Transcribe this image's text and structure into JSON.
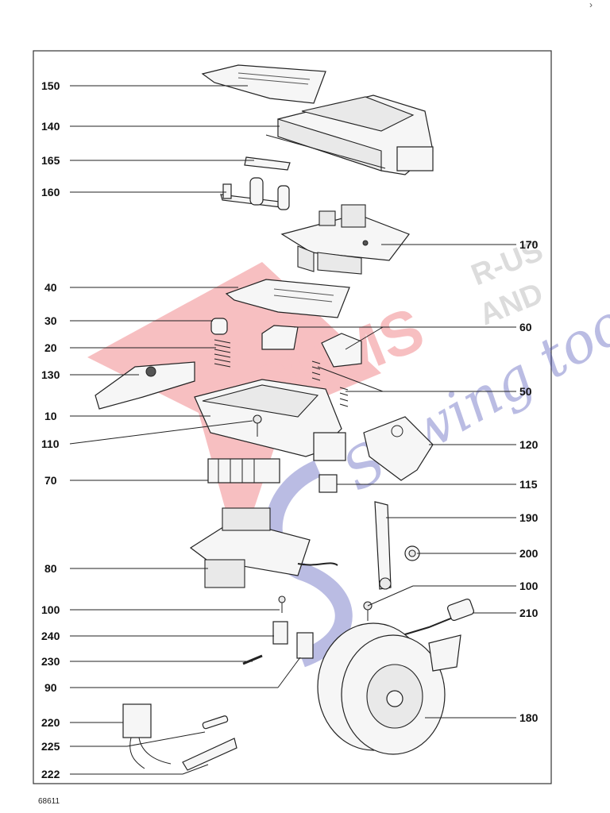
{
  "watermark": {
    "line1": "SUMS",
    "line2": "R-US",
    "line3": "AND",
    "line4": "Sewing too",
    "color_red": "#e8484f",
    "color_blue": "#3b3fb0",
    "color_grey": "#9a9a9a"
  },
  "left_labels": [
    "150",
    "140",
    "165",
    "160",
    "40",
    "30",
    "20",
    "130",
    "10",
    "110",
    "70",
    "80",
    "100",
    "240",
    "230",
    "90",
    "220",
    "225",
    "222"
  ],
  "right_labels": [
    "170",
    "60",
    "50",
    "120",
    "115",
    "190",
    "200",
    "100",
    "210",
    "180"
  ],
  "footer": "68611",
  "corner_mark": "›"
}
